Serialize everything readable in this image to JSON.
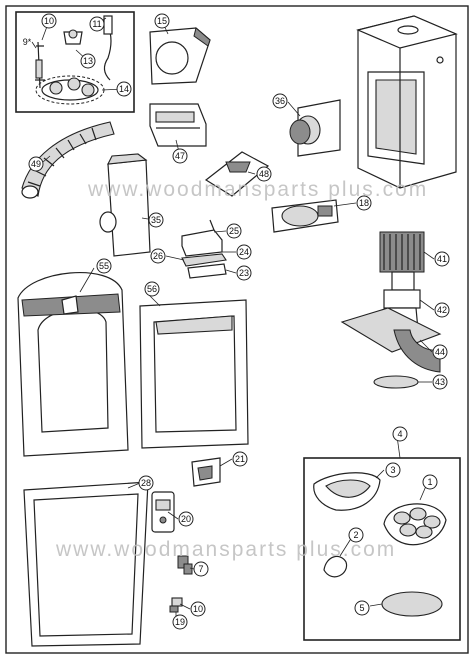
{
  "watermark": "www.woodmansparts plus.com",
  "watermark_lower": "www.woodmansparts plus.com",
  "callouts": [
    "10",
    "11",
    "9*",
    "13",
    "14",
    "15",
    "47",
    "49",
    "36",
    "48",
    "18",
    "35",
    "25",
    "24",
    "26",
    "23",
    "41",
    "55",
    "56",
    "42",
    "44",
    "43",
    "4",
    "3",
    "1",
    "2",
    "5",
    "21",
    "28",
    "20",
    "7",
    "10",
    "19"
  ]
}
